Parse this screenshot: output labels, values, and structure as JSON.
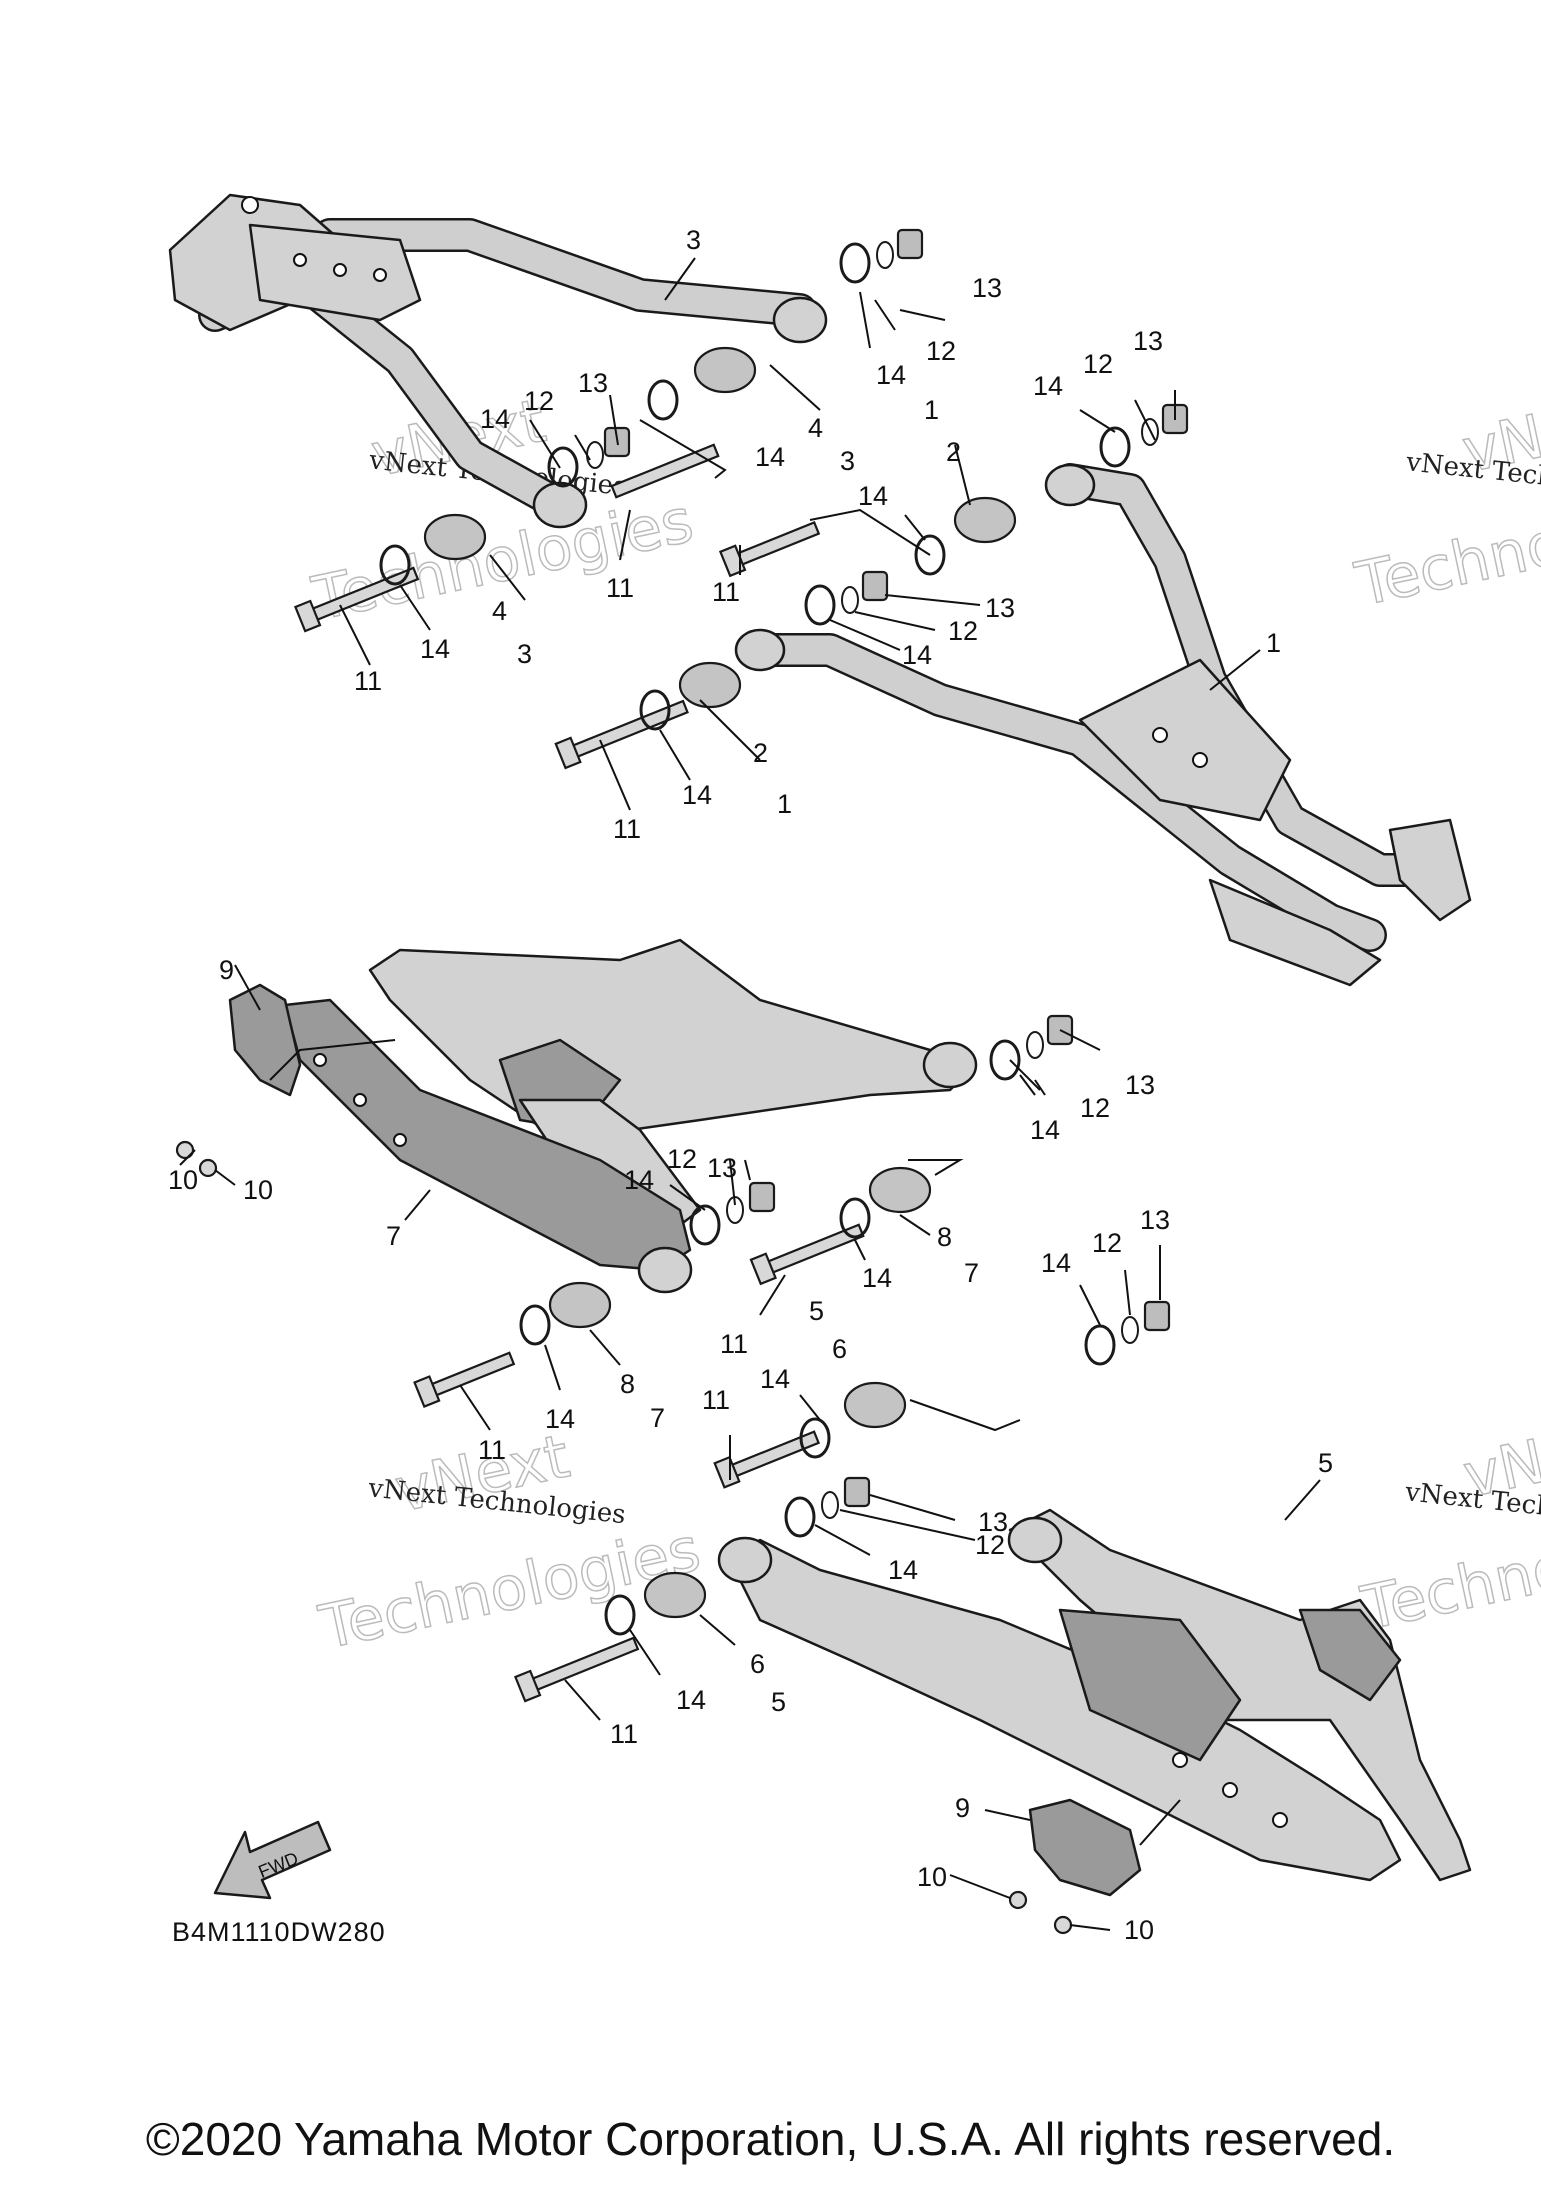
{
  "callouts": {
    "c1": "1",
    "c2": "2",
    "c3": "3",
    "c4": "4",
    "c5": "5",
    "c6": "6",
    "c7": "7",
    "c8": "8",
    "c9": "9",
    "c10": "10",
    "c11": "11",
    "c12": "12",
    "c13": "13",
    "c14": "14"
  },
  "diagram_code": "B4M1110DW280",
  "fwd_arrow_label": "FWD",
  "watermark": {
    "line1": "vNext Technologies",
    "line2": "vNext",
    "line3": "Technologies"
  },
  "copyright": "©2020 Yamaha Motor Corporation, U.S.A. All rights reserved."
}
